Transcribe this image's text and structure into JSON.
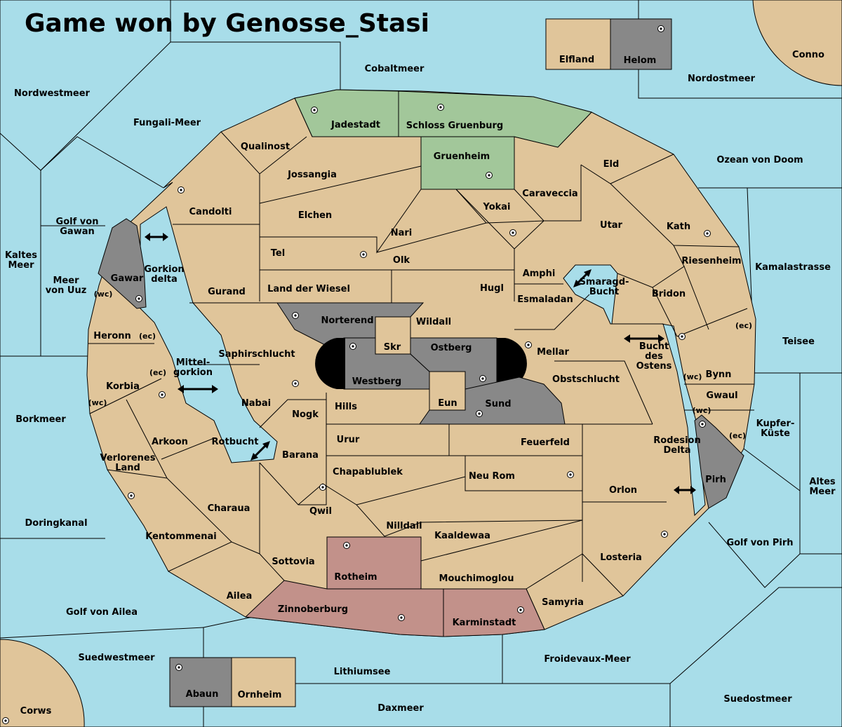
{
  "title": "Game won by Genosse_Stasi",
  "colors": {
    "sea": "#a8dde9",
    "neutral": "#e0c59a",
    "green_power": "#a2c79a",
    "grey_power": "#888888",
    "red_power": "#c2918a",
    "border": "#000000"
  },
  "seas": {
    "nordwestmeer": "Nordwestmeer",
    "cobaltmeer": "Cobaltmeer",
    "nordostmeer": "Nordostmeer",
    "fungali": "Fungali-Meer",
    "ozean": "Ozean von Doom",
    "golf_gawan": "Golf von\nGawan",
    "kaltes": "Kaltes\nMeer",
    "meer_uuz": "Meer\nvon Uuz",
    "kamalastrasse": "Kamalastrasse",
    "teisee": "Teisee",
    "borkmeer": "Borkmeer",
    "kupfer": "Kupfer-\nKüste",
    "altes": "Altes\nMeer",
    "doringkanal": "Doringkanal",
    "golf_pirh": "Golf von Pirh",
    "golf_ailea": "Golf von Ailea",
    "suedwestmeer": "Suedwestmeer",
    "lithiumsee": "Lithiumsee",
    "froidevaux": "Froidevaux-Meer",
    "daxmeer": "Daxmeer",
    "suedostmeer": "Suedostmeer",
    "gorkion": "Gorkion\ndelta",
    "mittelgorkion": "Mittel-\ngorkion",
    "rotbucht": "Rotbucht",
    "smaragd": "Smaragd-\nBucht",
    "bucht_ostens": "Bucht\ndes\nOstens",
    "rodesion": "Rodesion\nDelta"
  },
  "lands": {
    "conno": "Conno",
    "corws": "Corws",
    "elfland": "Elfland",
    "helom": "Helom",
    "abaun": "Abaun",
    "ornheim": "Ornheim",
    "jadestadt": "Jadestadt",
    "schloss": "Schloss Gruenburg",
    "gruenheim": "Gruenheim",
    "qualinost": "Qualinost",
    "jossangia": "Jossangia",
    "candolti": "Candolti",
    "elchen": "Elchen",
    "nari": "Nari",
    "yokai": "Yokai",
    "caraveccia": "Caraveccia",
    "eld": "Eld",
    "utar": "Utar",
    "kath": "Kath",
    "riesenheim": "Riesenheim",
    "bridon": "Bridon",
    "tel": "Tel",
    "olk": "Olk",
    "amphi": "Amphi",
    "gurand": "Gurand",
    "land_wiesel": "Land der Wiesel",
    "hugl": "Hugl",
    "esmaladan": "Esmaladan",
    "gawar": "Gawar",
    "norterend": "Norterend",
    "wildall": "Wildall",
    "skr": "Skr",
    "ostberg": "Ostberg",
    "westberg": "Westberg",
    "mellar": "Mellar",
    "heronn": "Heronn",
    "saphirschlucht": "Saphirschlucht",
    "bynn": "Bynn",
    "gwaul": "Gwaul",
    "obstschlucht": "Obstschlucht",
    "korbia": "Korbia",
    "nabai": "Nabai",
    "hills": "Hills",
    "eun": "Eun",
    "sund": "Sund",
    "nogk": "Nogk",
    "arkoon": "Arkoon",
    "urur": "Urur",
    "feuerfeld": "Feuerfeld",
    "pirh": "Pirh",
    "verlorenes": "Verlorenes\nLand",
    "barana": "Barana",
    "chapablublek": "Chapablublek",
    "neu_rom": "Neu Rom",
    "orlon": "Orlon",
    "charaua": "Charaua",
    "qwil": "Qwil",
    "nilldall": "Nilldall",
    "kentommenai": "Kentommenai",
    "kaaldewaa": "Kaaldewaa",
    "sottovia": "Sottovia",
    "rotheim": "Rotheim",
    "losteria": "Losteria",
    "mouchimoglou": "Mouchimoglou",
    "ailea": "Ailea",
    "samyria": "Samyria",
    "zinnoberburg": "Zinnoberburg",
    "karminstadt": "Karminstadt"
  },
  "coasts": {
    "wc": "(wc)",
    "ec": "(ec)"
  }
}
